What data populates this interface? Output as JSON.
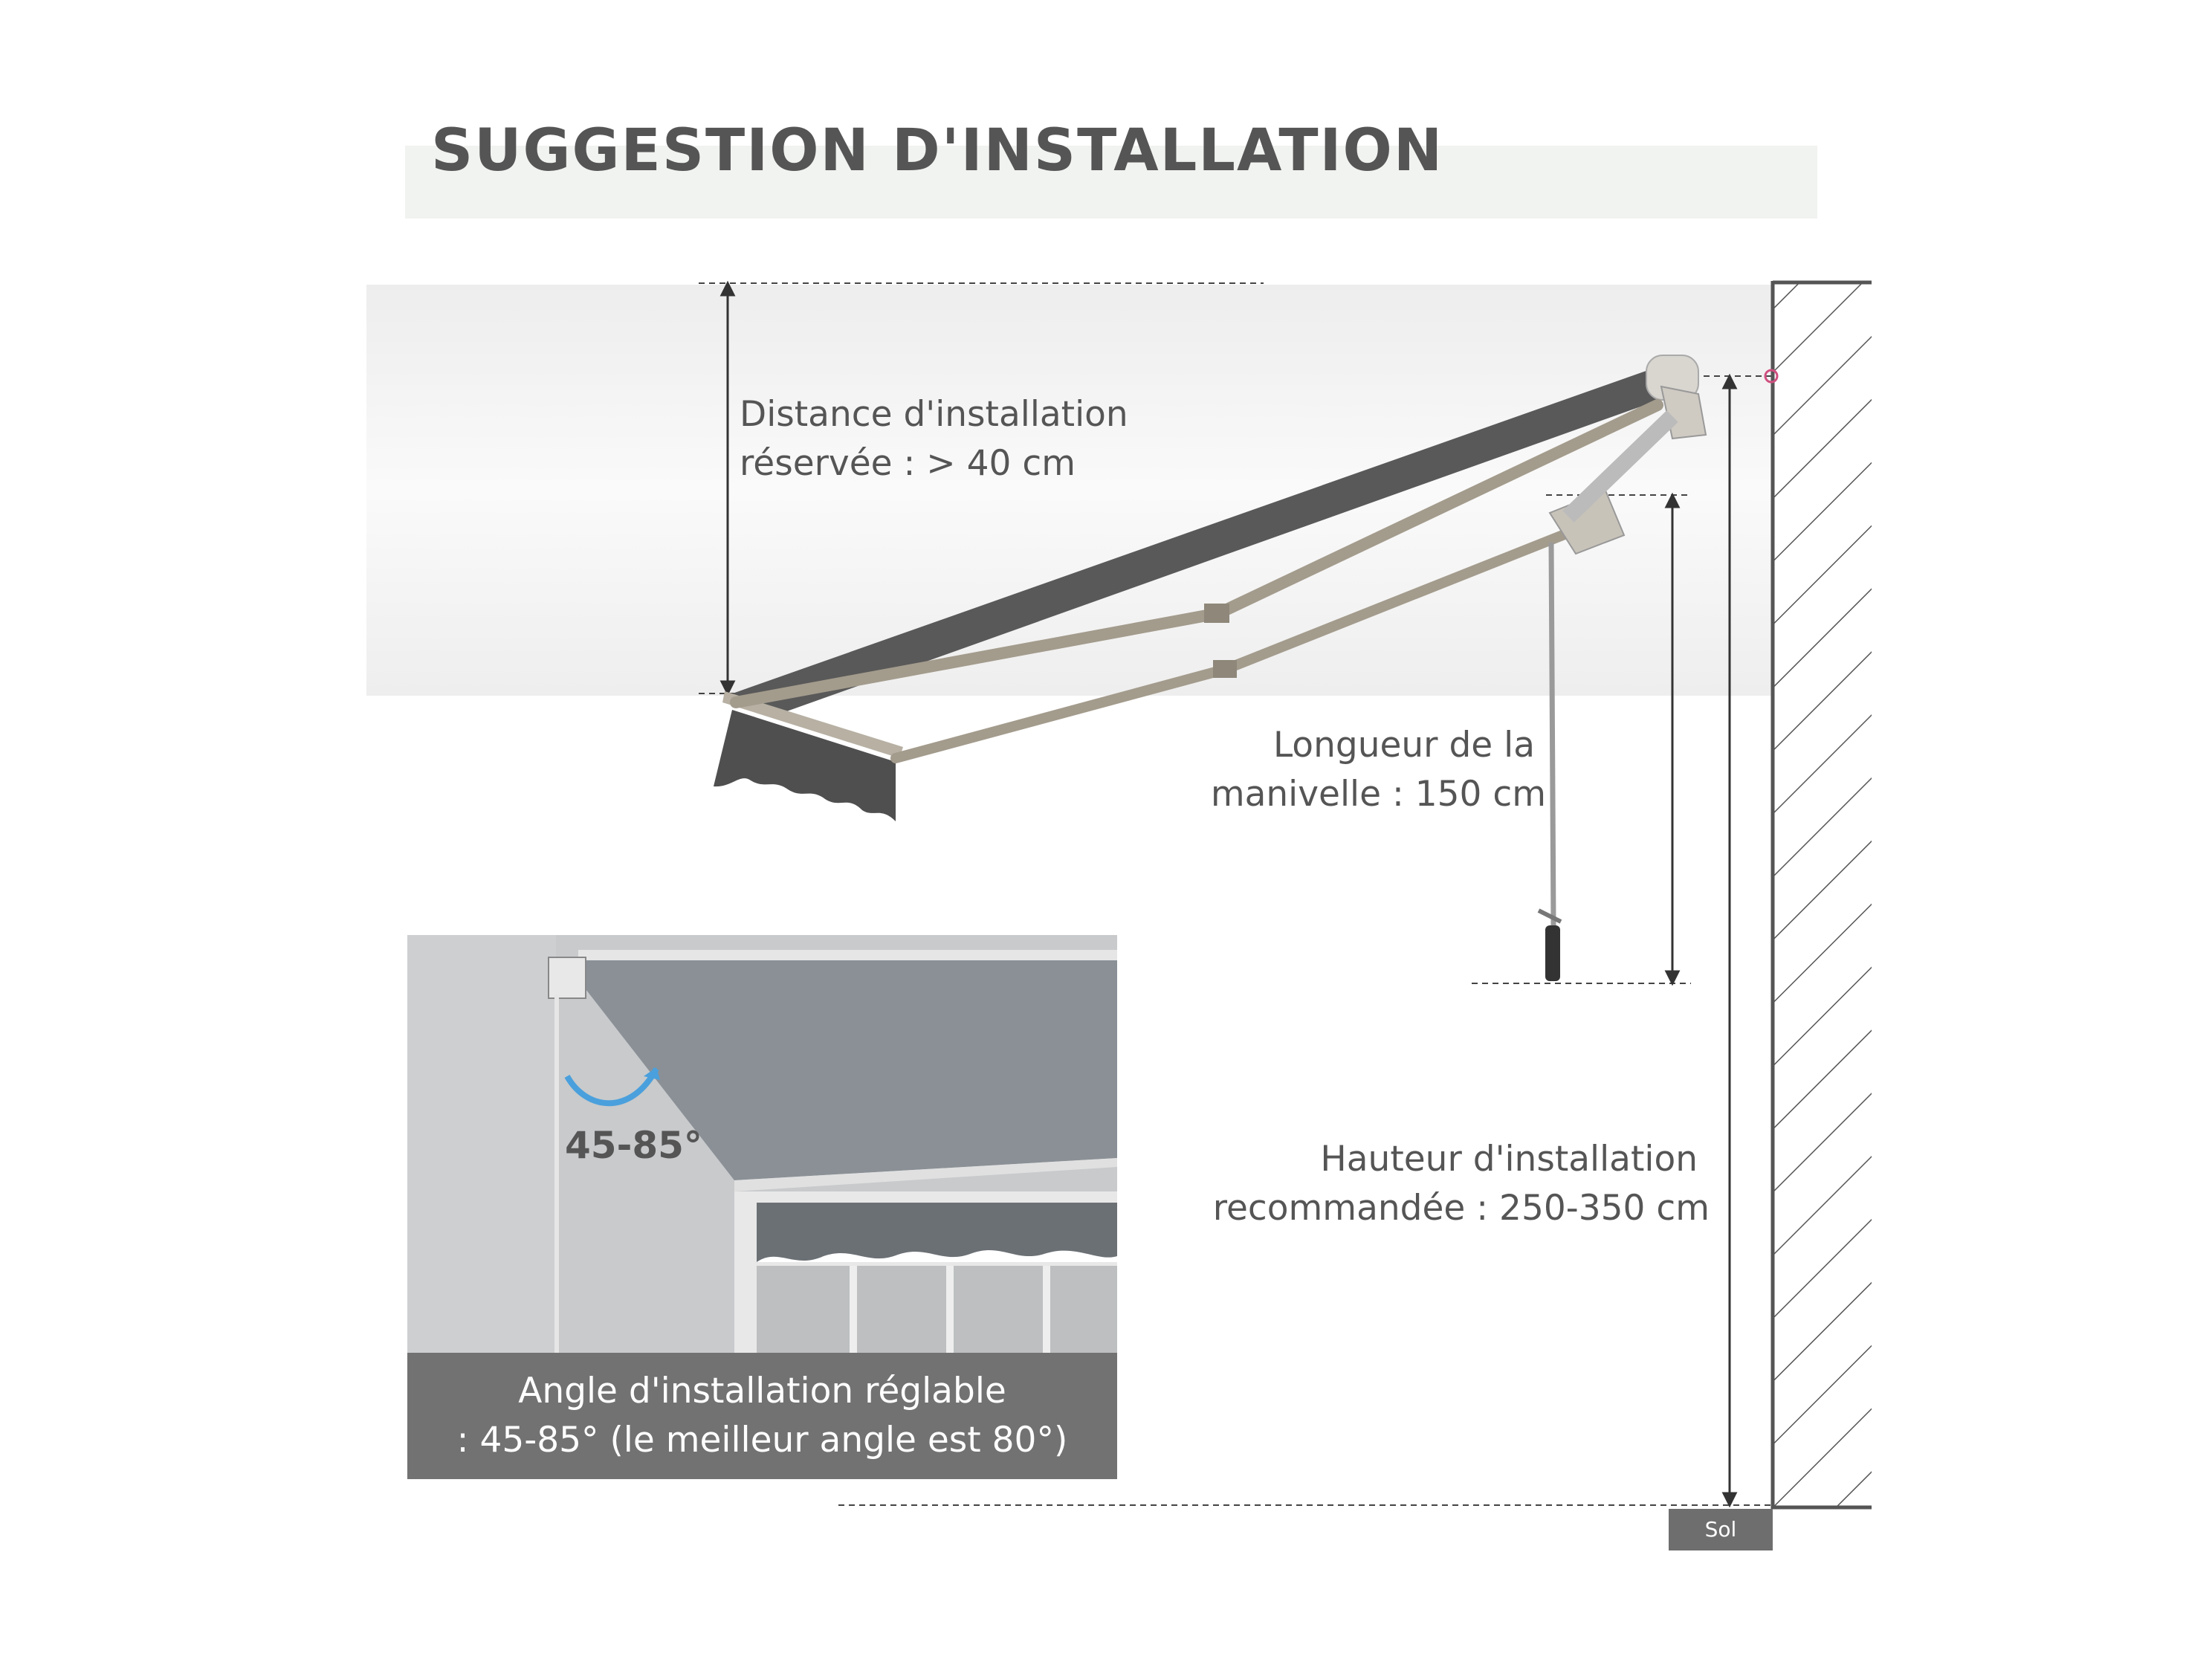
{
  "title": "SUGGESTION D'INSTALLATION",
  "labels": {
    "distance_line1": "Distance d'installation",
    "distance_line2": "réservée : > 40 cm",
    "crank_line1": "Longueur de la",
    "crank_line2": "manivelle : 150 cm",
    "height_line1": "Hauteur d'installation",
    "height_line2": "recommandée : 250-350 cm",
    "ground": "Sol"
  },
  "inset": {
    "angle_label": "45-85°",
    "caption_line1": "Angle d'installation réglable",
    "caption_line2": ": 45-85° (le meilleur angle est 80°)"
  },
  "colors": {
    "fabric": "#595959",
    "arm": "#a39b8c",
    "wall": "#555555",
    "inset_fabric": "#8a9096",
    "accent_blue": "#4aa0dc"
  }
}
